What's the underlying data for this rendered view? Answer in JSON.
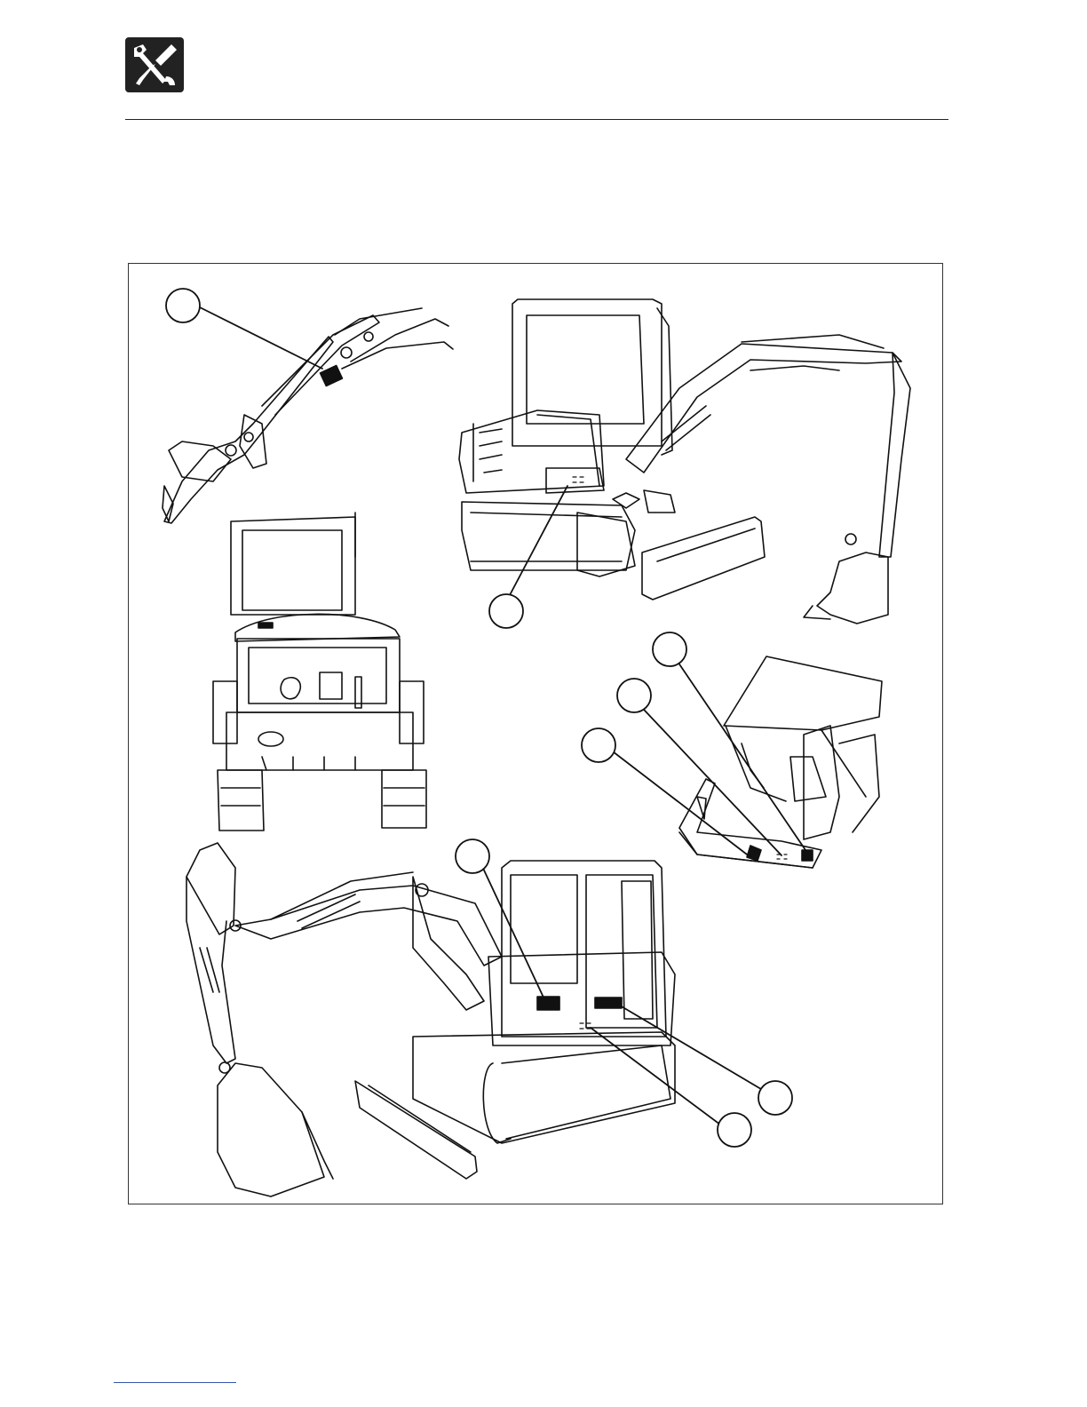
{
  "header": {
    "section_icon": "tools-wrench-screwdriver-icon",
    "icon_color": "#222222"
  },
  "figure": {
    "callouts": [
      {
        "id": "callout-boom",
        "label": ""
      },
      {
        "id": "callout-front-step",
        "label": ""
      },
      {
        "id": "callout-canopy-upper",
        "label": ""
      },
      {
        "id": "callout-canopy-middle",
        "label": ""
      },
      {
        "id": "callout-canopy-lower",
        "label": ""
      },
      {
        "id": "callout-cab-door",
        "label": ""
      },
      {
        "id": "callout-cab-step-upper",
        "label": ""
      },
      {
        "id": "callout-cab-step-lower",
        "label": ""
      }
    ],
    "views": [
      "boom-detail-view",
      "excavator-front-view",
      "engine-compartment-rear-view",
      "canopy-cab-view",
      "excavator-side-view"
    ]
  },
  "footer": {
    "link_color": "#3355aa"
  }
}
